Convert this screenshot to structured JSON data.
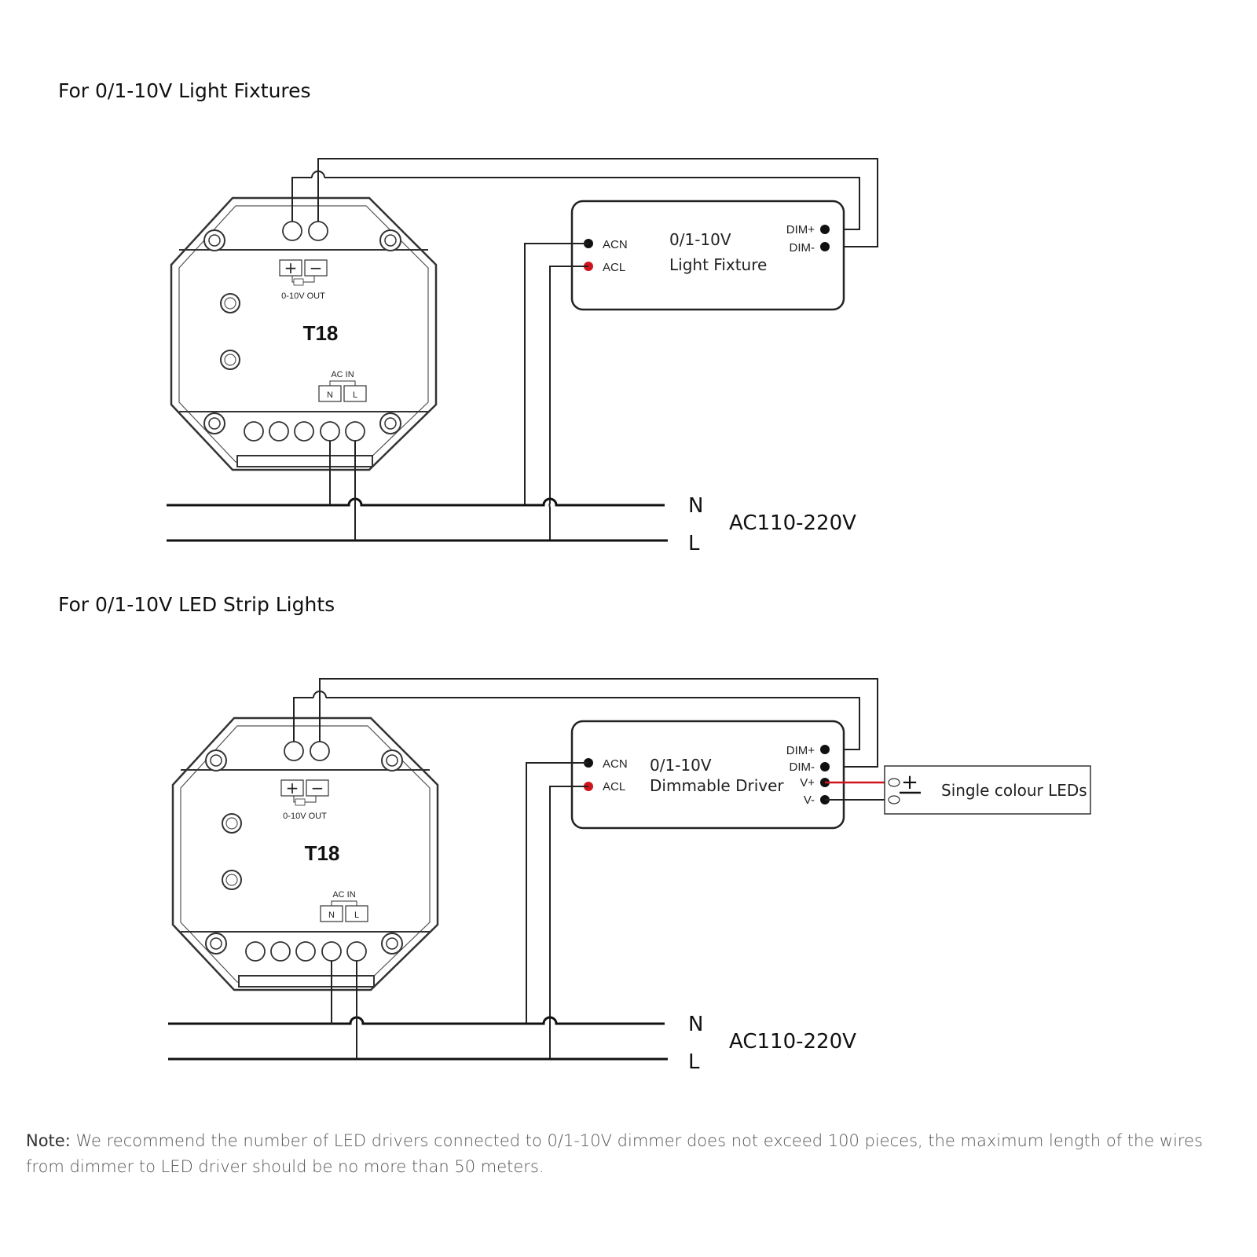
{
  "section1": {
    "title": "For 0/1-10V Light Fixtures",
    "controller": {
      "model": "T18",
      "output_plus": "+",
      "output_minus": "−",
      "output_label": "0-10V OUT",
      "input_label": "AC IN",
      "input_n": "N",
      "input_l": "L"
    },
    "load": {
      "name_line1": "0/1-10V",
      "name_line2": "Light Fixture",
      "terminals_left": [
        "ACN",
        "ACL"
      ],
      "terminals_right": [
        "DIM+",
        "DIM-"
      ]
    },
    "mains": {
      "n": "N",
      "l": "L",
      "voltage": "AC110-220V"
    }
  },
  "section2": {
    "title": "For 0/1-10V LED Strip Lights",
    "controller": {
      "model": "T18",
      "output_plus": "+",
      "output_minus": "−",
      "output_label": "0-10V OUT",
      "input_label": "AC IN",
      "input_n": "N",
      "input_l": "L"
    },
    "load": {
      "name_line1": "0/1-10V",
      "name_line2": "Dimmable Driver",
      "terminals_left": [
        "ACN",
        "ACL"
      ],
      "terminals_right": [
        "DIM+",
        "DIM-",
        "V+",
        "V-"
      ]
    },
    "led": {
      "label": "Single colour LEDs",
      "plus": "+",
      "minus": "−"
    },
    "mains": {
      "n": "N",
      "l": "L",
      "voltage": "AC110-220V"
    }
  },
  "note": {
    "prefix": "Note:",
    "text": " We recommend the number of LED drivers connected to 0/1-10V dimmer does not exceed 100 pieces, the maximum length of the wires from dimmer to LED driver should be no more than 50 meters."
  },
  "colors": {
    "live_terminal": "#d0141c",
    "wire": "#222222",
    "led_positive_wire": "#d0141c"
  }
}
